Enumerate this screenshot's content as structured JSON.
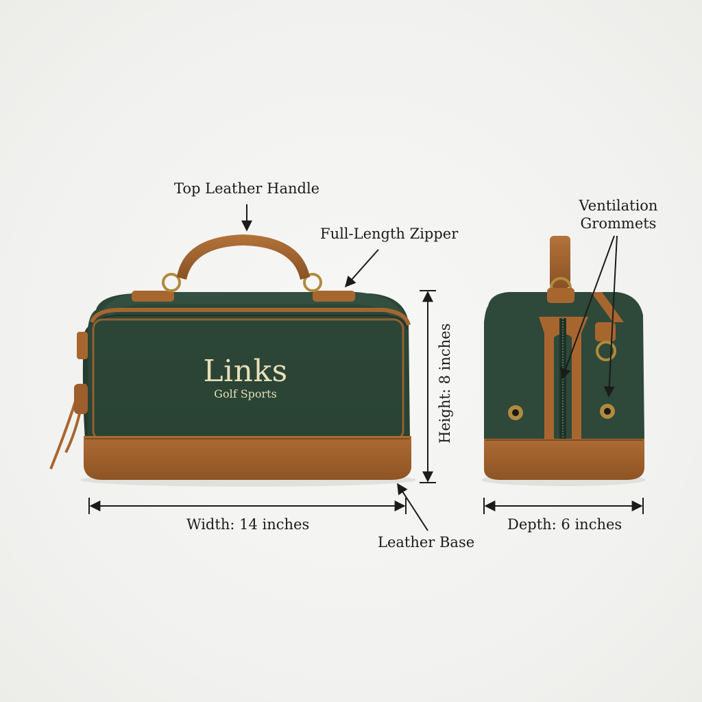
{
  "brand": {
    "name": "Links",
    "tagline": "Golf Sports"
  },
  "callouts": {
    "handle": "Top Leather Handle",
    "zipper": "Full-Length Zipper",
    "grommets_line1": "Ventilation",
    "grommets_line2": "Grommets",
    "base": "Leather Base"
  },
  "dimensions": {
    "width": "Width: 14 inches",
    "height": "Height: 8 inches",
    "depth": "Depth: 6 inches"
  },
  "colors": {
    "canvas_green": "#2f4a3b",
    "leather_brown": "#a8652f",
    "brass": "#b08a3e",
    "embroidery": "#e7dfb9"
  }
}
